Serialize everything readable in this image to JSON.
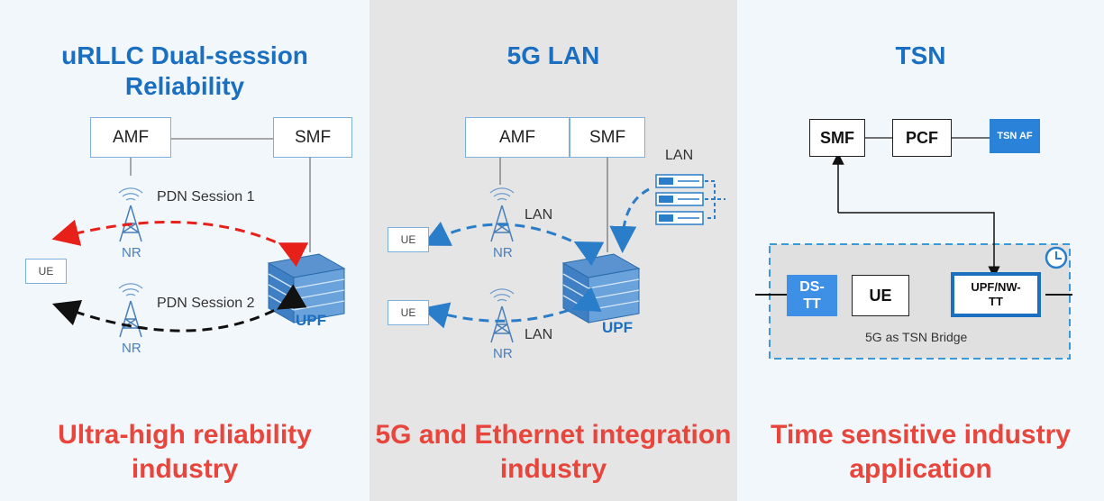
{
  "panel1": {
    "title_line1": "uRLLC Dual-session",
    "title_line2": "Reliability",
    "amf": "AMF",
    "smf": "SMF",
    "session1": "PDN Session 1",
    "session2": "PDN Session 2",
    "nr1": "NR",
    "nr2": "NR",
    "ue": "UE",
    "upf": "UPF",
    "footer_line1": "Ultra-high reliability",
    "footer_line2": "industry"
  },
  "panel2": {
    "title": "5G LAN",
    "amf": "AMF",
    "smf": "SMF",
    "lan_top": "LAN",
    "lan_1": "LAN",
    "lan_2": "LAN",
    "nr1": "NR",
    "nr2": "NR",
    "ue1": "UE",
    "ue2": "UE",
    "upf": "UPF",
    "footer_line1": "5G and Ethernet integration",
    "footer_line2": "industry"
  },
  "panel3": {
    "title": "TSN",
    "smf": "SMF",
    "pcf": "PCF",
    "tsn_af": "TSN AF",
    "ds_tt_line1": "DS-",
    "ds_tt_line2": "TT",
    "ue": "UE",
    "upf_nw_line1": "UPF/NW-",
    "upf_nw_line2": "TT",
    "bridge": "5G as TSN Bridge",
    "footer_line1": "Time sensitive industry",
    "footer_line2": "application"
  },
  "colors": {
    "title_blue": "#1a6fc0",
    "footer_red": "#e8453c",
    "red_arrow": "#e8201a",
    "black_arrow": "#111111",
    "blue_arrow": "#2a7dc8",
    "tsn_blue": "#2a83d9"
  }
}
